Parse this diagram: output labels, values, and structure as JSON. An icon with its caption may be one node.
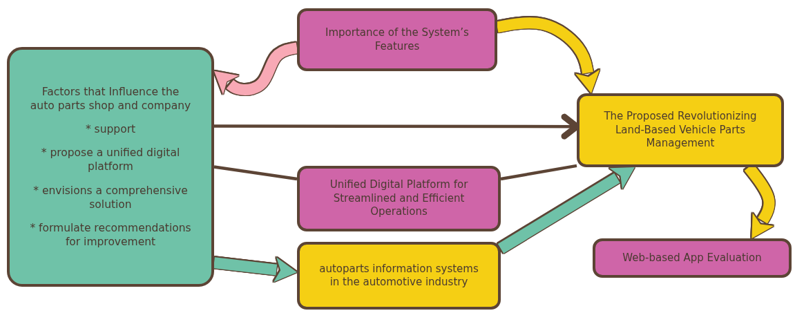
{
  "diagram": {
    "nodes": [
      {
        "text": [
          "Factors that Influence the auto parts shop and company",
          "* support",
          "* propose a unified digital platform",
          "* envisions a comprehensive solution",
          "* formulate recommendations for improvement"
        ]
      },
      {
        "text": [
          "Importance of the System’s Features"
        ]
      },
      {
        "text": [
          "The Proposed Revolutionizing Land-Based Vehicle Parts Management"
        ]
      },
      {
        "text": [
          "Unified Digital Platform for Streamlined and Efficient Operations"
        ]
      },
      {
        "text": [
          "autoparts information systems in the automotive industry"
        ]
      },
      {
        "text": [
          "Web-based App Evaluation"
        ]
      }
    ],
    "edges": [
      {
        "from": 1,
        "to": 0,
        "arrow": "to",
        "color": "#f8a9b5"
      },
      {
        "from": 1,
        "to": 2,
        "arrow": "to",
        "color": "#f5cf14"
      },
      {
        "from": 0,
        "to": 2,
        "arrow": "to"
      },
      {
        "from": 0,
        "to": 3,
        "arrow": "none"
      },
      {
        "from": 3,
        "to": 2,
        "arrow": "none"
      },
      {
        "from": 0,
        "to": 4,
        "arrow": "to",
        "color": "#6fc2a8"
      },
      {
        "from": 4,
        "to": 2,
        "arrow": "to",
        "color": "#6fc2a8"
      },
      {
        "from": 2,
        "to": 5,
        "arrow": "to",
        "color": "#f5cf14"
      }
    ]
  }
}
